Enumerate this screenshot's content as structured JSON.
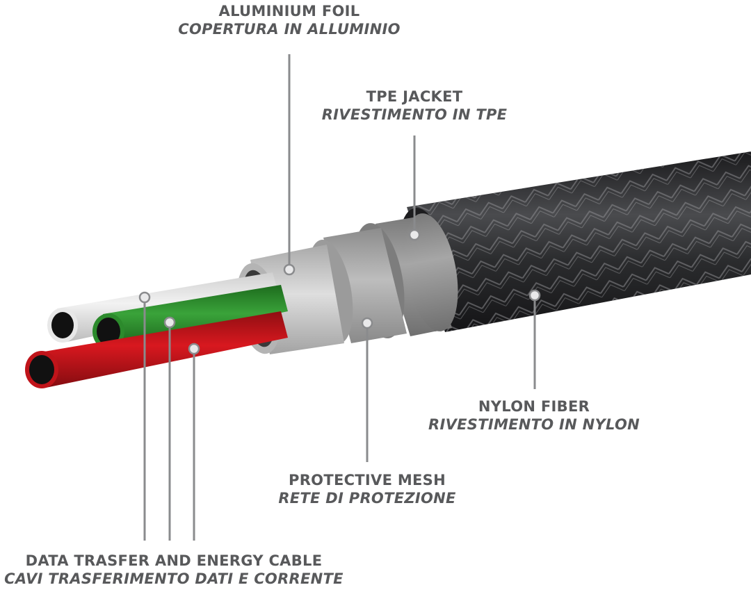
{
  "labels": {
    "aluminium_foil": {
      "en": "ALUMINIUM FOIL",
      "it": "COPERTURA IN ALLUMINIO"
    },
    "tpe_jacket": {
      "en": "TPE JACKET",
      "it": "RIVESTIMENTO IN TPE"
    },
    "nylon_fiber": {
      "en": "NYLON FIBER",
      "it": "RIVESTIMENTO IN NYLON"
    },
    "protective_mesh": {
      "en": "PROTECTIVE MESH",
      "it": "RETE DI PROTEZIONE"
    },
    "data_cable": {
      "en": "DATA TRASFER AND ENERGY CABLE",
      "it": "CAVI TRASFERIMENTO DATI E CORRENTE"
    }
  },
  "colors": {
    "label_text": "#58595b",
    "leader_line": "#8a8b8d",
    "wire_white": "#e6e6e6",
    "wire_green": "#2e8b2e",
    "wire_red": "#c0141a",
    "foil": "#c9c9c9",
    "mesh": "#a9a9a9",
    "tpe": "#8f8f8f",
    "nylon": "#2a2a2c"
  }
}
